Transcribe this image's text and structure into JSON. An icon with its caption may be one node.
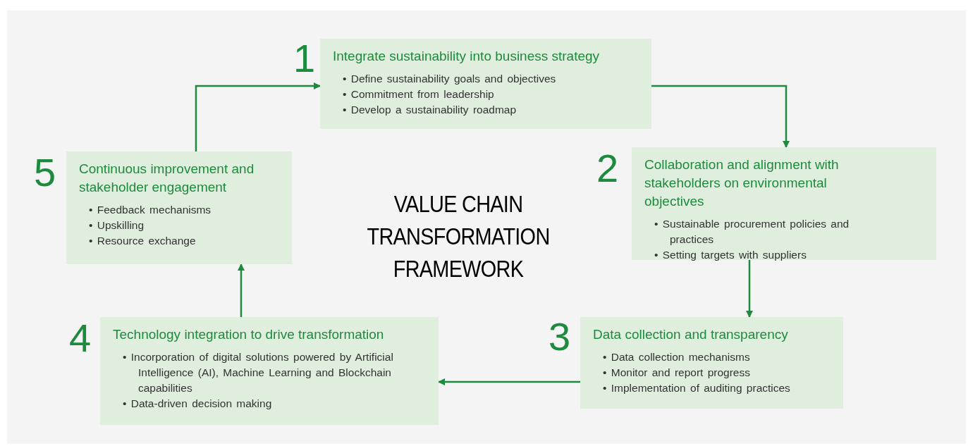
{
  "diagram": {
    "title": "VALUE CHAIN TRANSFORMATION FRAMEWORK",
    "nodes": [
      {
        "text": [
          "Integrate sustainability into business strategy",
          "• Define sustainability goals and objectives",
          "• Commitment from leadership",
          "• Develop a sustainability roadmap"
        ],
        "beside": [
          "1"
        ]
      },
      {
        "text": [
          "Collaboration and alignment with stakeholders on environmental objectives",
          "• Sustainable procurement policies and practices",
          "• Setting targets with suppliers"
        ],
        "beside": [
          "2"
        ]
      },
      {
        "text": [
          "Data collection and transparency",
          "• Data collection mechanisms",
          "• Monitor and report progress",
          "• Implementation of auditing practices"
        ],
        "beside": [
          "3"
        ]
      },
      {
        "text": [
          "Technology integration to drive transformation",
          "• Incorporation of digital solutions powered by Artificial Intelligence (AI), Machine Learning and Blockchain capabilities",
          "• Data-driven decision making"
        ],
        "beside": [
          "4"
        ]
      },
      {
        "text": [
          "Continuous improvement and stakeholder engagement",
          "• Feedback mechanisms",
          "• Upskilling",
          "• Resource exchange"
        ],
        "beside": [
          "5"
        ]
      }
    ],
    "edges": [
      {
        "from": 0,
        "to": 1,
        "arrow": "to"
      },
      {
        "from": 1,
        "to": 2,
        "arrow": "to"
      },
      {
        "from": 2,
        "to": 3,
        "arrow": "to"
      },
      {
        "from": 3,
        "to": 4,
        "arrow": "to"
      },
      {
        "from": 4,
        "to": 0,
        "arrow": "to"
      }
    ]
  }
}
